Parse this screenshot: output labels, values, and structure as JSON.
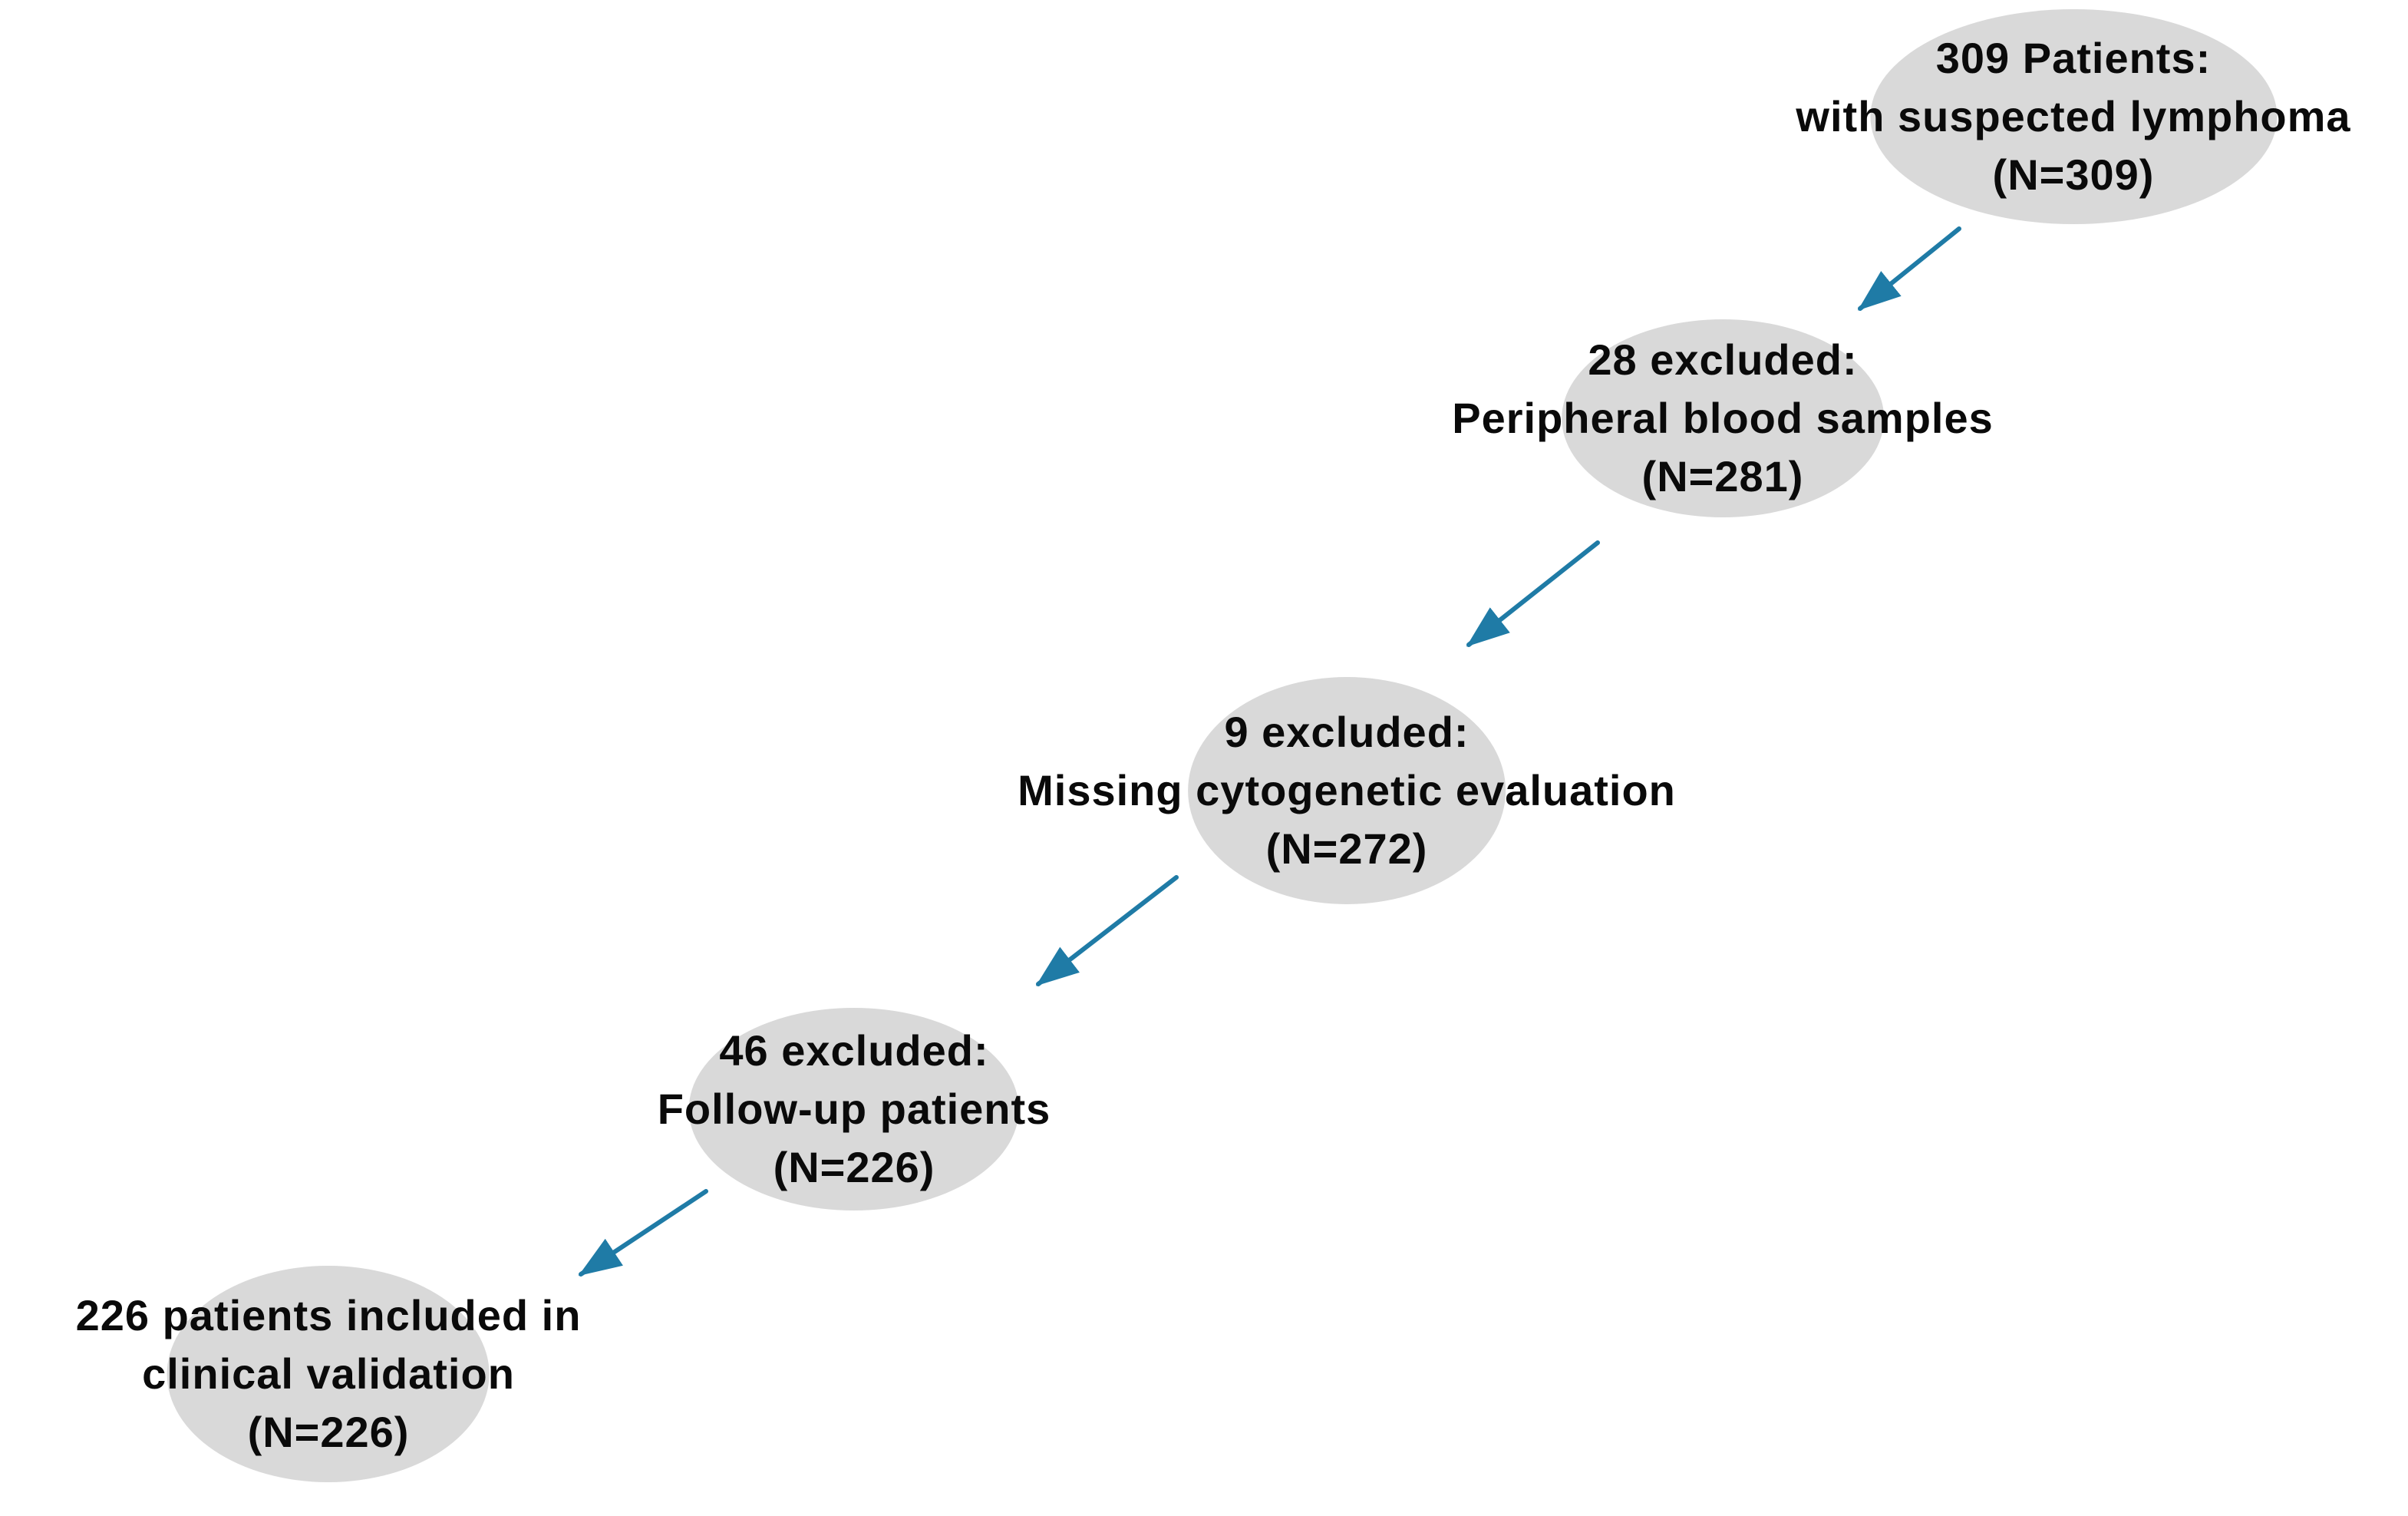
{
  "colors": {
    "background": "#ffffff",
    "node-fill": "#d9d9d9",
    "arrow": "#1f7ba6",
    "text": "#0a0a0a"
  },
  "diagram": {
    "type": "flowchart",
    "nodes": [
      {
        "id": "patients-309",
        "lines": [
          "309 Patients:",
          "with suspected lymphoma",
          "(N=309)"
        ]
      },
      {
        "id": "excluded-28",
        "lines": [
          "28 excluded:",
          "Peripheral blood samples",
          "(N=281)"
        ]
      },
      {
        "id": "excluded-9",
        "lines": [
          "9 excluded:",
          "Missing cytogenetic evaluation",
          "(N=272)"
        ]
      },
      {
        "id": "excluded-46",
        "lines": [
          "46 excluded:",
          "Follow-up patients",
          "(N=226)"
        ]
      },
      {
        "id": "included-226",
        "lines": [
          "226 patients included in",
          "clinical validation",
          "(N=226)"
        ]
      }
    ],
    "edges": [
      {
        "from": "patients-309",
        "to": "excluded-28"
      },
      {
        "from": "excluded-28",
        "to": "excluded-9"
      },
      {
        "from": "excluded-9",
        "to": "excluded-46"
      },
      {
        "from": "excluded-46",
        "to": "included-226"
      }
    ]
  }
}
